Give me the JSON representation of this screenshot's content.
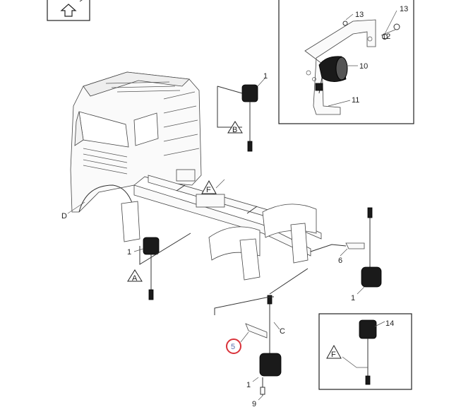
{
  "callouts": {
    "c1a": "1",
    "c1b": "1",
    "c1c": "1",
    "c1d": "1",
    "c5": "5",
    "c6": "6",
    "c9": "9",
    "c10": "10",
    "c11": "11",
    "c12": "12",
    "c13a": "13",
    "c13b": "13",
    "c14": "14"
  },
  "view_markers": {
    "a": "A",
    "b": "B",
    "c": "C",
    "d": "D",
    "f1": "F",
    "f2": "F"
  },
  "icons": {
    "nav": "up-arrow-house-icon"
  },
  "colors": {
    "highlight_ring": "#d9323a",
    "callout_highlight_text": "#5b6fb0"
  }
}
